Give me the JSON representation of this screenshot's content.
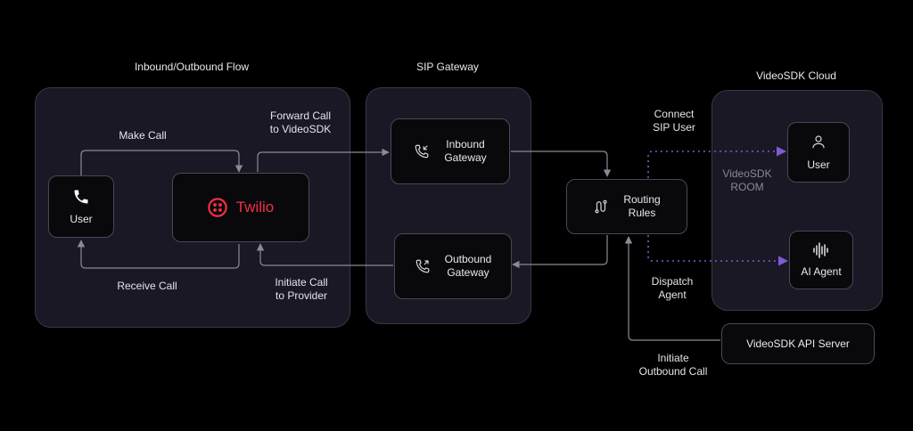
{
  "groups": {
    "flow": "Inbound/Outbound Flow",
    "sip": "SIP Gateway",
    "cloud": "VideoSDK Cloud"
  },
  "nodes": {
    "user_left": "User",
    "twilio": "Twilio",
    "inbound_gateway": "Inbound\nGateway",
    "outbound_gateway": "Outbound\nGateway",
    "routing_rules": "Routing\nRules",
    "user_right": "User",
    "ai_agent": "AI Agent",
    "api_server": "VideoSDK API Server",
    "room": "VideoSDK\nROOM"
  },
  "edges": {
    "make_call": "Make Call",
    "receive_call": "Receive Call",
    "forward_call": "Forward Call\nto VideoSDK",
    "initiate_call_provider": "Initiate Call\nto Provider",
    "connect_sip_user": "Connect\nSIP User",
    "dispatch_agent": "Dispatch\nAgent",
    "initiate_outbound": "Initiate\nOutbound Call"
  },
  "colors": {
    "background": "#000000",
    "group_fill": "#1a1824",
    "edge": "#8b8996",
    "dispatch_edge": "#7b5cd6",
    "twilio": "#f22f46"
  },
  "icons": {
    "user_left": "phone-icon",
    "twilio": "twilio-logo-icon",
    "inbound_gateway": "phone-incoming-icon",
    "outbound_gateway": "phone-outgoing-icon",
    "routing_rules": "route-icon",
    "user_right": "user-icon",
    "ai_agent": "waveform-icon"
  }
}
